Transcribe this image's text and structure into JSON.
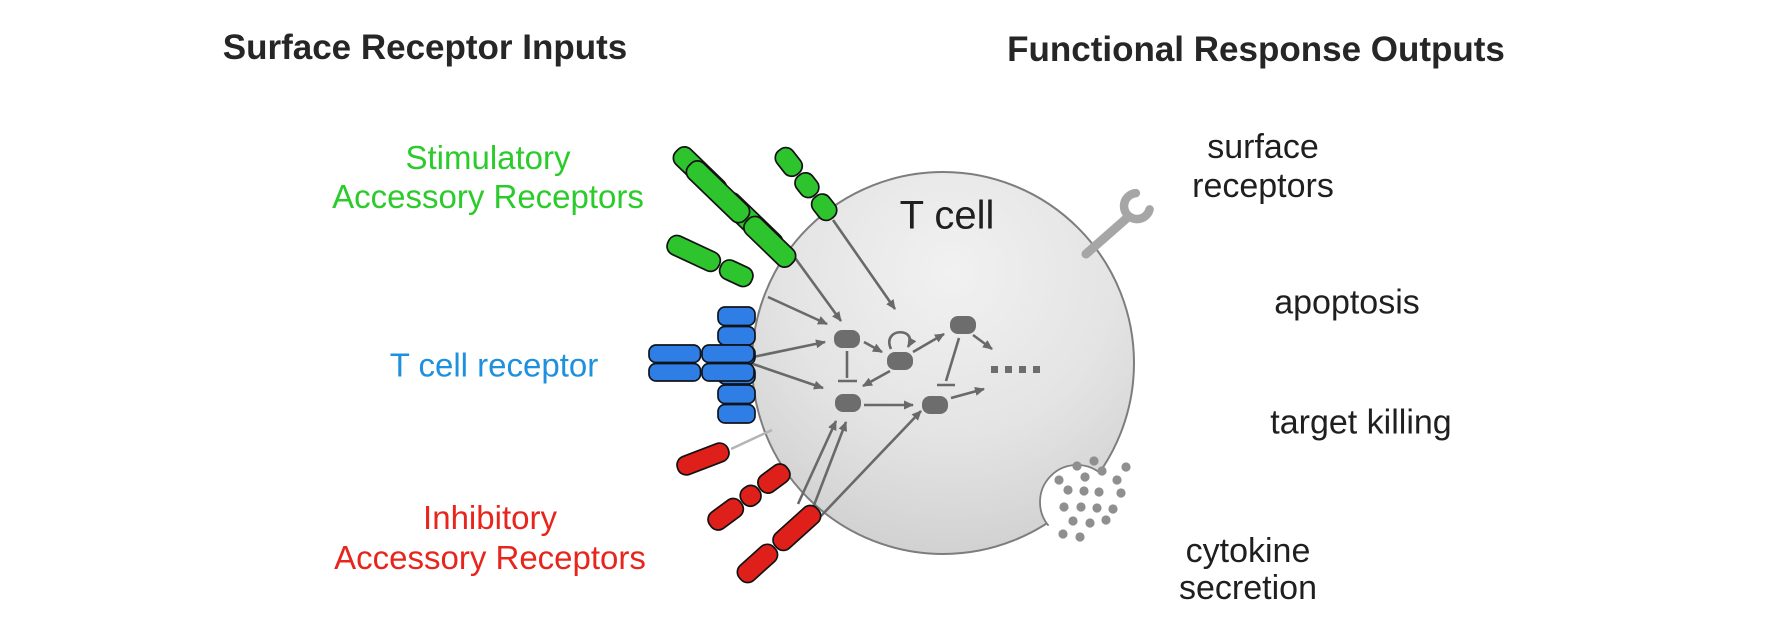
{
  "titles": {
    "inputs": "Surface Receptor Inputs",
    "outputs": "Functional Response Outputs"
  },
  "cell": {
    "label": "T cell"
  },
  "receptor_labels": {
    "stimulatory": {
      "lines": [
        "Stimulatory",
        "Accessory Receptors"
      ],
      "color": "#2bcb2b"
    },
    "tcr": {
      "label": "T cell receptor",
      "color": "#1e90dd"
    },
    "inhibitory": {
      "lines": [
        "Inhibitory",
        "Accessory Receptors"
      ],
      "color": "#e8251c"
    }
  },
  "output_labels": {
    "surface_receptors": {
      "lines": [
        "surface",
        "receptors"
      ]
    },
    "apoptosis": "apoptosis",
    "target_killing": "target killing",
    "cytokine": {
      "lines": [
        "cytokine",
        "secretion"
      ]
    }
  },
  "icons": {
    "stimulatory_receptor_icon": "green segmented rods",
    "tcr_complex_icon": "blue receptor cluster",
    "inhibitory_receptor_icon": "red segmented rods",
    "surface_receptor_fork_icon": "gray open-jaw receptor",
    "cytokine_dots_icon": "gray secretion dots",
    "signaling_network_icon": "gray node-arrow network"
  },
  "colors": {
    "stimulatory_receptor": "#2ec42e",
    "tcr_receptor": "#2e7ee6",
    "inhibitory_receptor": "#df201a",
    "cell_fill_light": "#f0f0f0",
    "cell_fill_dark": "#c6c6c6",
    "cell_outline": "#7d7d7d",
    "network_gray": "#696969",
    "fork_gray": "#a6a6a6",
    "secretion_dot_gray": "#8f8f8f"
  }
}
